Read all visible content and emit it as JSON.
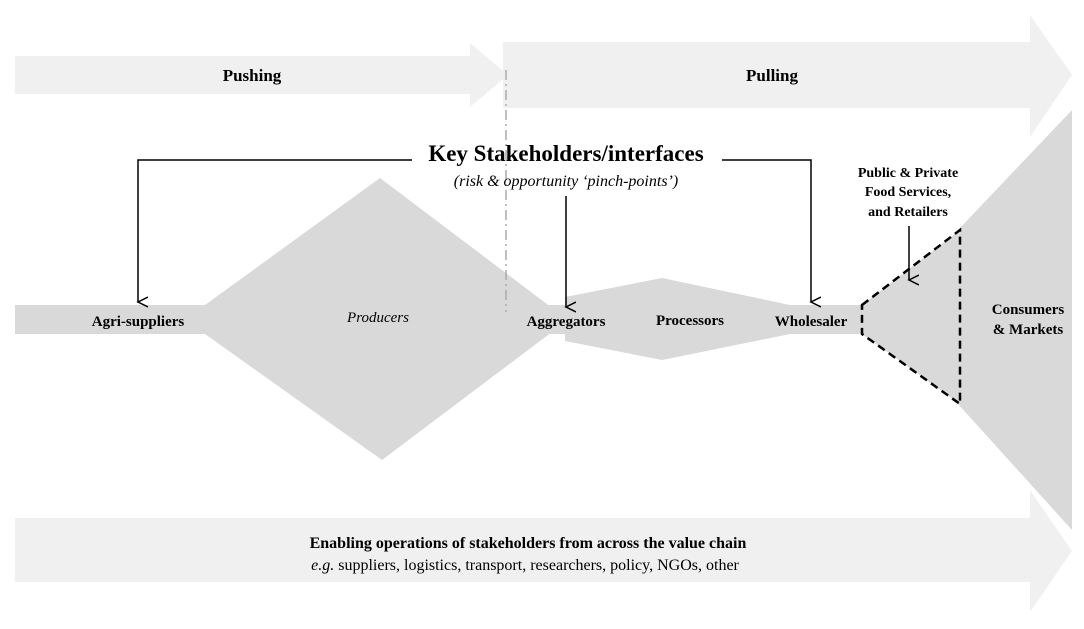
{
  "arrows": {
    "pushing": "Pushing",
    "pulling": "Pulling"
  },
  "heading": {
    "title": "Key Stakeholders/interfaces",
    "subtitle": "(risk & opportunity ‘pinch-points’)"
  },
  "nodes": {
    "agri_suppliers": "Agri-suppliers",
    "producers": "Producers",
    "aggregators": "Aggregators",
    "processors": "Processors",
    "wholesaler": "Wholesaler",
    "retail": [
      "Public & Private",
      "Food Services,",
      "and Retailers"
    ],
    "consumers": [
      "Consumers",
      "& Markets"
    ]
  },
  "enabling": {
    "title": "Enabling operations of stakeholders from across the value chain",
    "examples_prefix": "e.g.",
    "examples": " suppliers, logistics, transport, researchers, policy, NGOs, other"
  },
  "colors": {
    "arrow_fill": "#f0f0f0",
    "shape_fill": "#d9d9d9",
    "line": "#000000",
    "divider": "#aaaaaa"
  }
}
